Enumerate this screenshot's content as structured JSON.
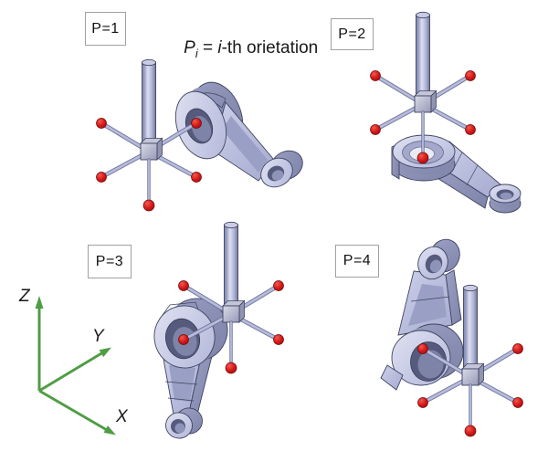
{
  "caption": {
    "p": "P",
    "sub": "i",
    "eq": " = ",
    "i": "i",
    "rest": "-th orietation"
  },
  "orientation_labels": [
    {
      "label": "P=1"
    },
    {
      "label": "P=2"
    },
    {
      "label": "P=3"
    },
    {
      "label": "P=4"
    }
  ],
  "axes": {
    "z": "Z",
    "y": "Y",
    "x": "X"
  },
  "colors": {
    "background": "#ffffff",
    "part_face": "#bcc1e2",
    "part_light": "#e0e2f2",
    "part_side": "#8d92b8",
    "part_outline": "#3f4460",
    "bore": "#565b7d",
    "ruby_red": "#cc1111",
    "ruby_dark": "#7a0a0a",
    "hub_gray": "#c2c5d6",
    "axis_green": "#4f9d45",
    "label_border": "#a0a0a0",
    "text": "#1a1a1a"
  }
}
